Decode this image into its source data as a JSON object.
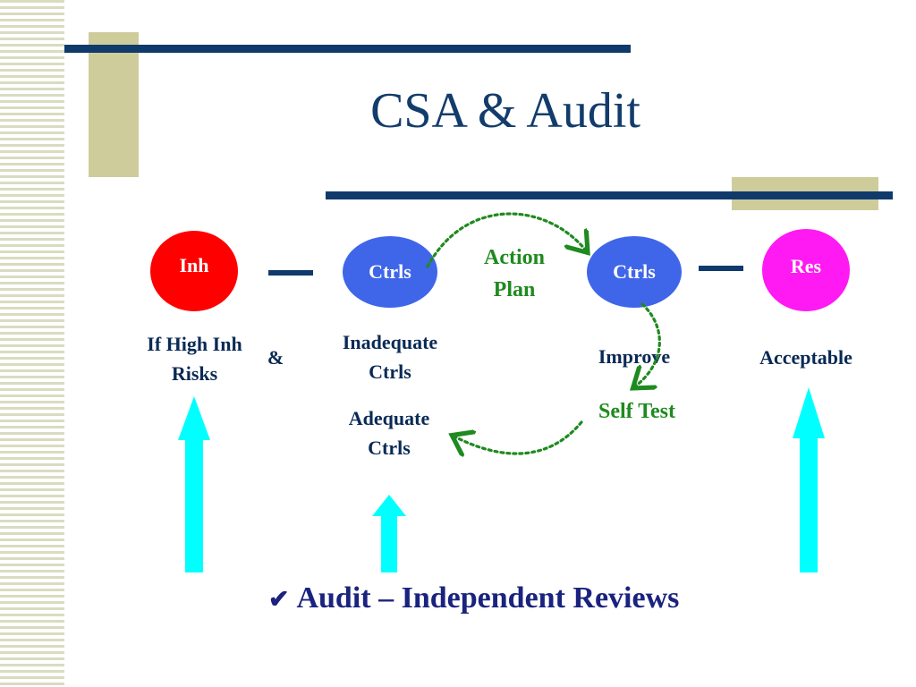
{
  "slide": {
    "title": "CSA & Audit",
    "footer_icon": "✔",
    "footer_text": "Audit – Independent Reviews"
  },
  "nodes": {
    "inh": {
      "label": "Inh",
      "color": "#ff0000",
      "text_color": "#ffffff"
    },
    "ctrls_left": {
      "label": "Ctrls",
      "color": "#3f66e8",
      "text_color": "#ffffff"
    },
    "ctrls_right": {
      "label": "Ctrls",
      "color": "#3f66e8",
      "text_color": "#ffffff"
    },
    "res": {
      "label": "Res",
      "color": "#ff19f2",
      "text_color": "#ffffff"
    }
  },
  "labels": {
    "high_inh": "If High Inh Risks",
    "ampersand": "&",
    "inadequate": "Inadequate Ctrls",
    "adequate": "Adequate Ctrls",
    "action_plan": "Action Plan",
    "improve": "Improve",
    "self_test": "Self Test",
    "acceptable": "Acceptable"
  },
  "colors": {
    "navy": "#0f3a6b",
    "tan": "#cfcc9c",
    "cyan_arrow": "#00ffff",
    "green_arrow": "#1f8a1f"
  }
}
